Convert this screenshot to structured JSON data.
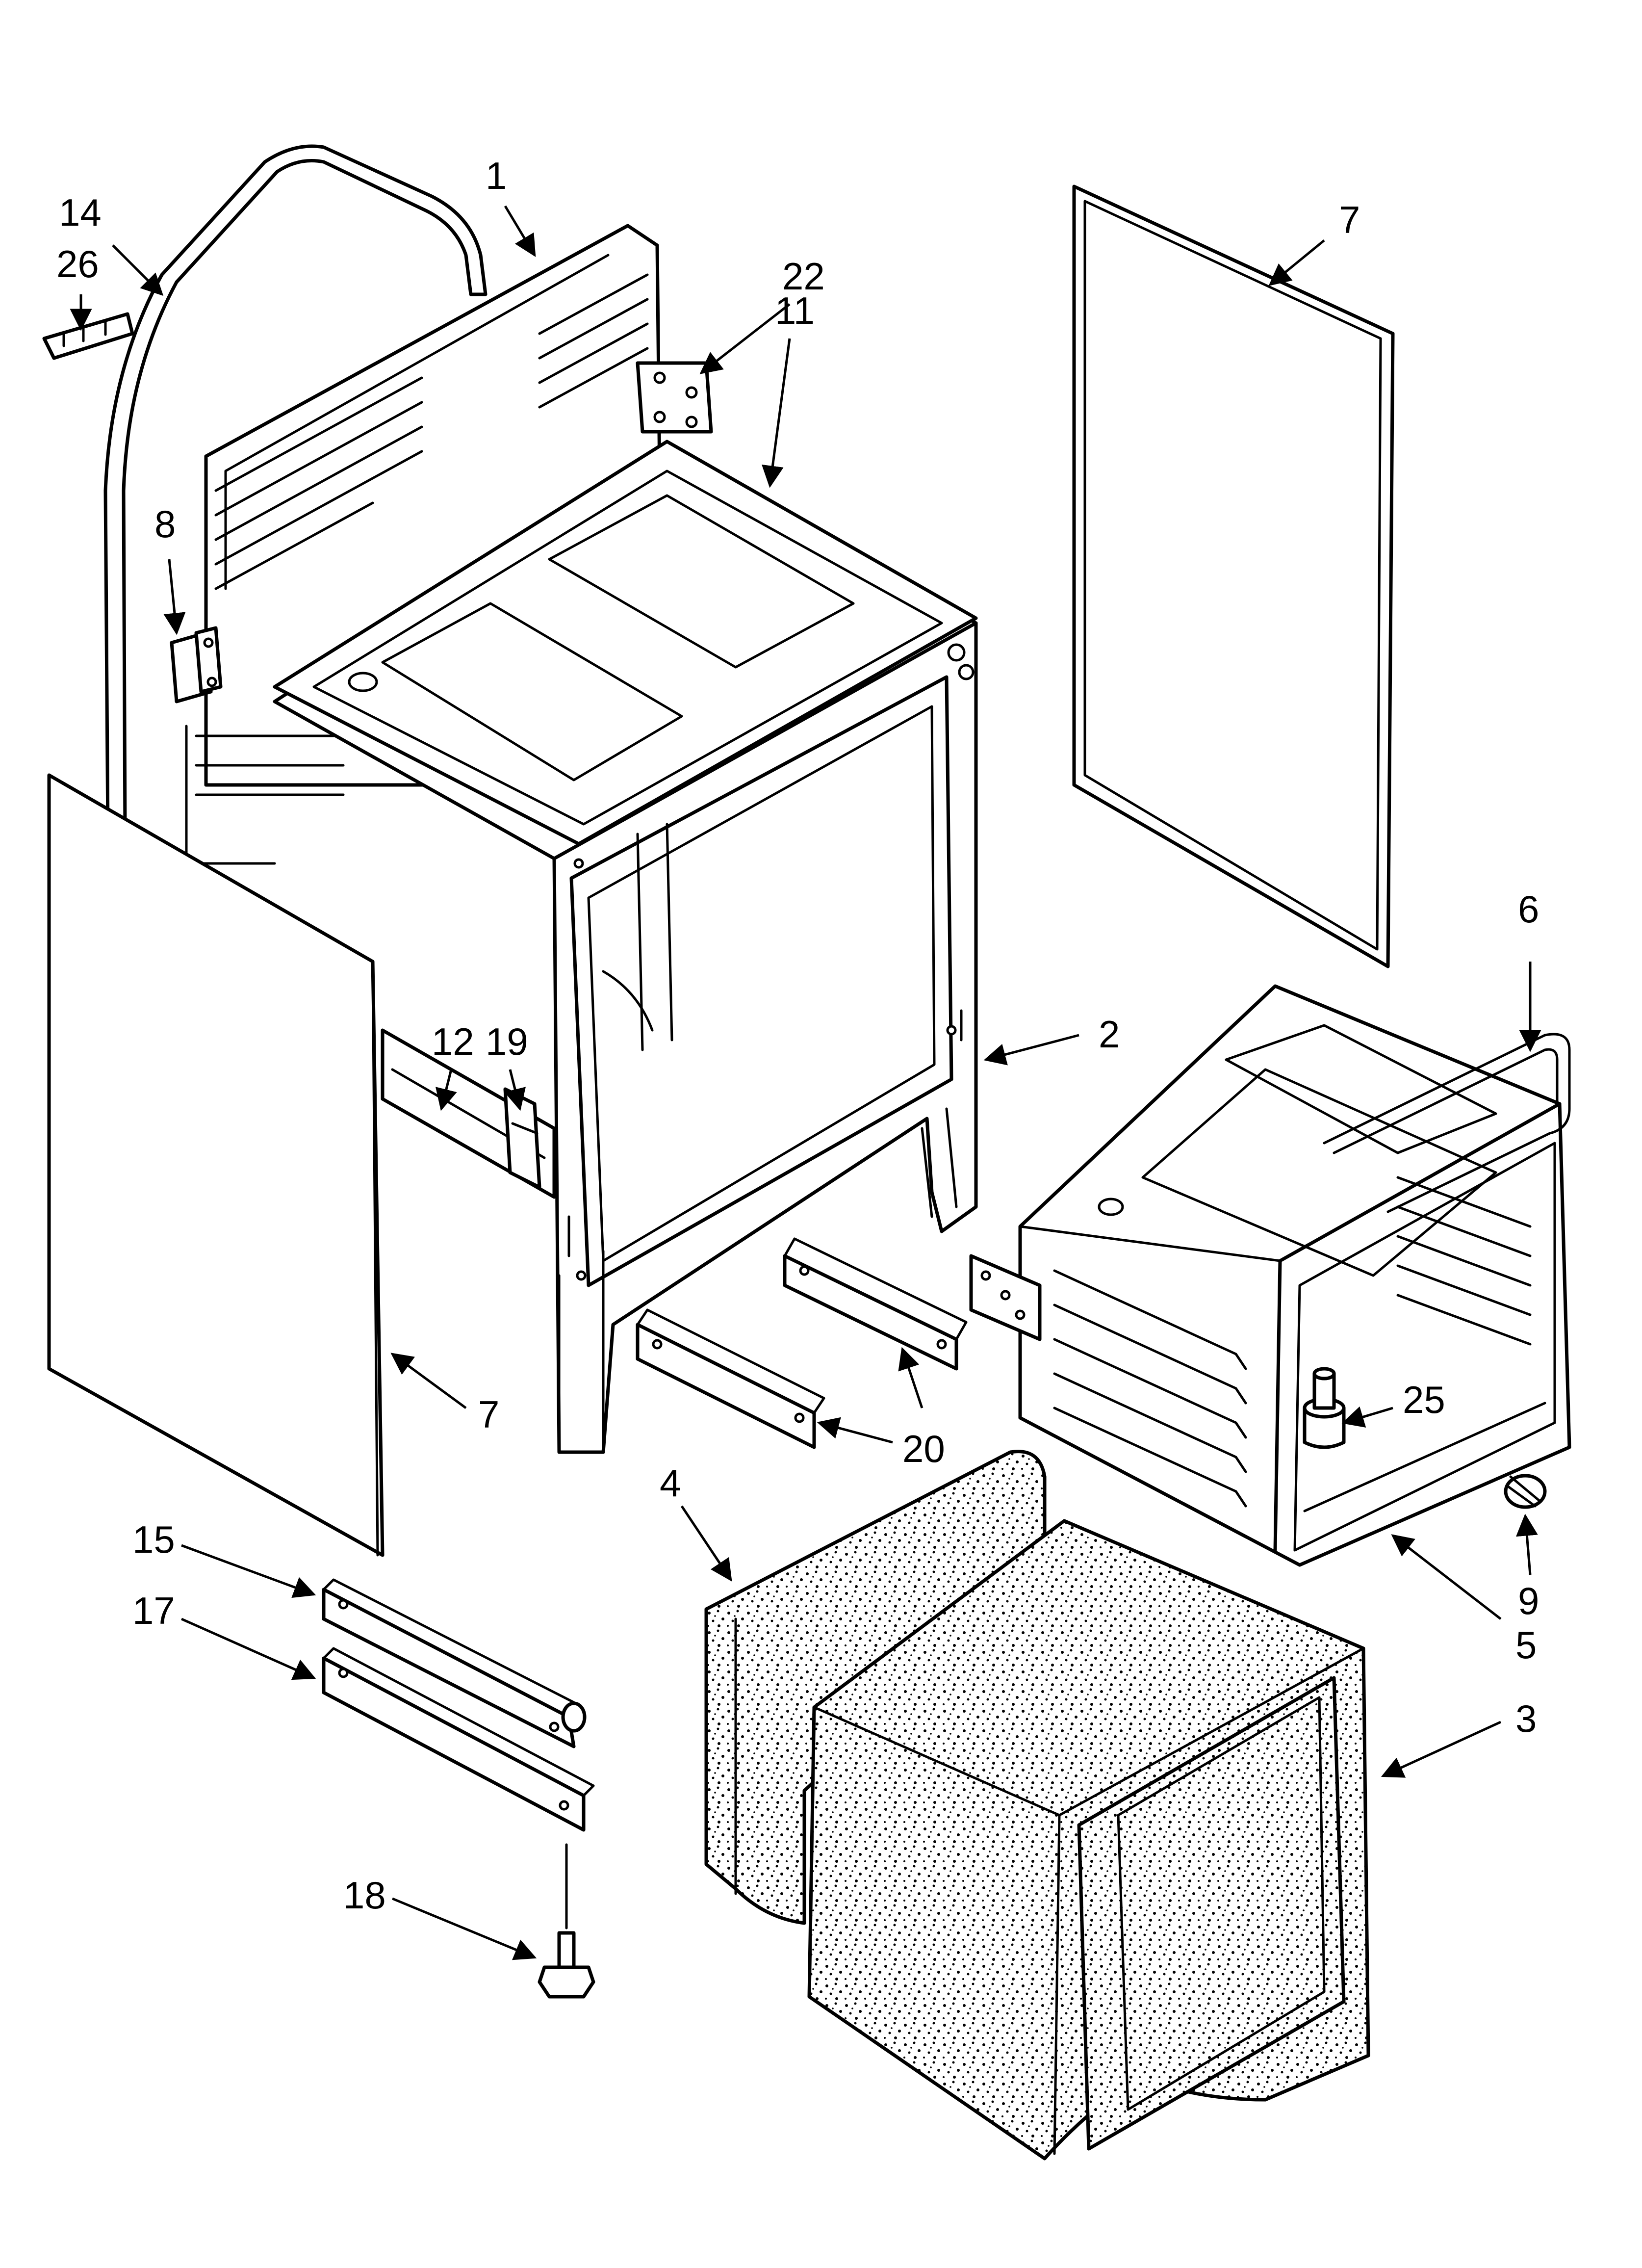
{
  "diagram_type": "exploded parts diagram",
  "callouts": {
    "c1": "1",
    "c2": "2",
    "c3": "3",
    "c4": "4",
    "c5": "5",
    "c6": "6",
    "c7_top": "7",
    "c7_bottom": "7",
    "c8": "8",
    "c9": "9",
    "c11": "11",
    "c12": "12",
    "c14": "14",
    "c15": "15",
    "c17": "17",
    "c18": "18",
    "c19": "19",
    "c20": "20",
    "c22": "22",
    "c25": "25",
    "c26": "26"
  },
  "colors": {
    "line": "#000000",
    "background": "#ffffff"
  }
}
